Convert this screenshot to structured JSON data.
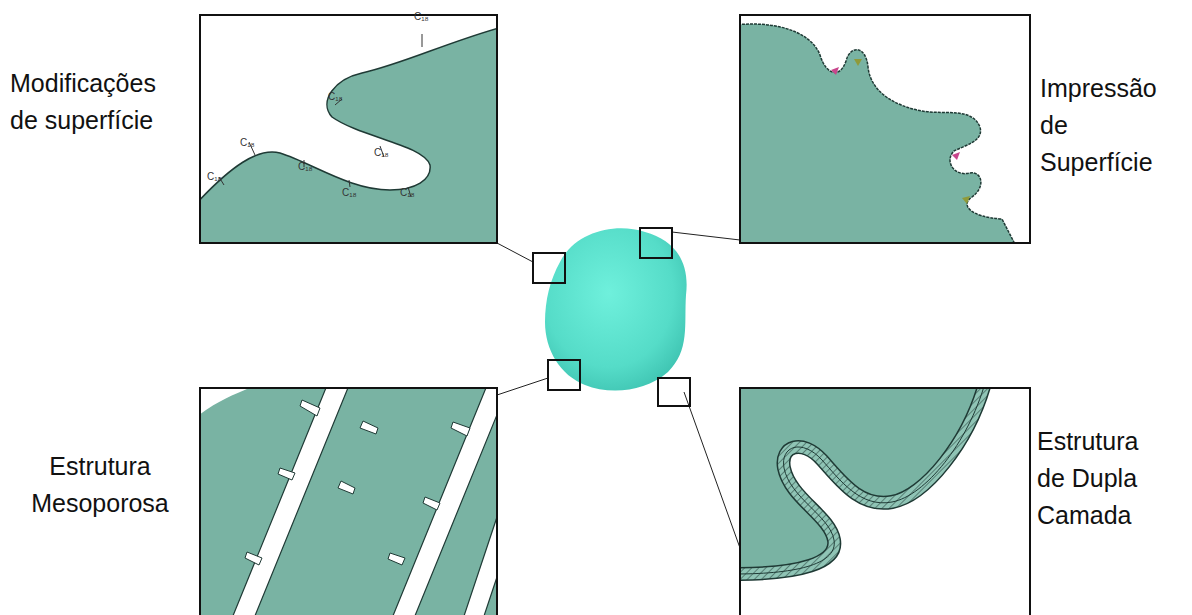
{
  "diagram": {
    "nodes": [
      {
        "text": [
          "Modificações de superfície"
        ]
      },
      {
        "text": [
          "Impressão de Superfície"
        ]
      },
      {
        "text": [
          "Estrutura Mesoporosa"
        ]
      },
      {
        "text": [
          "Estrutura de Dupla Camada"
        ]
      }
    ],
    "labels": [
      "C₁₈",
      "C₁₈",
      "C₁₈",
      "C₁₈",
      "C₁₈",
      "C₁₈",
      "C₁₈",
      "C₁₈"
    ]
  }
}
